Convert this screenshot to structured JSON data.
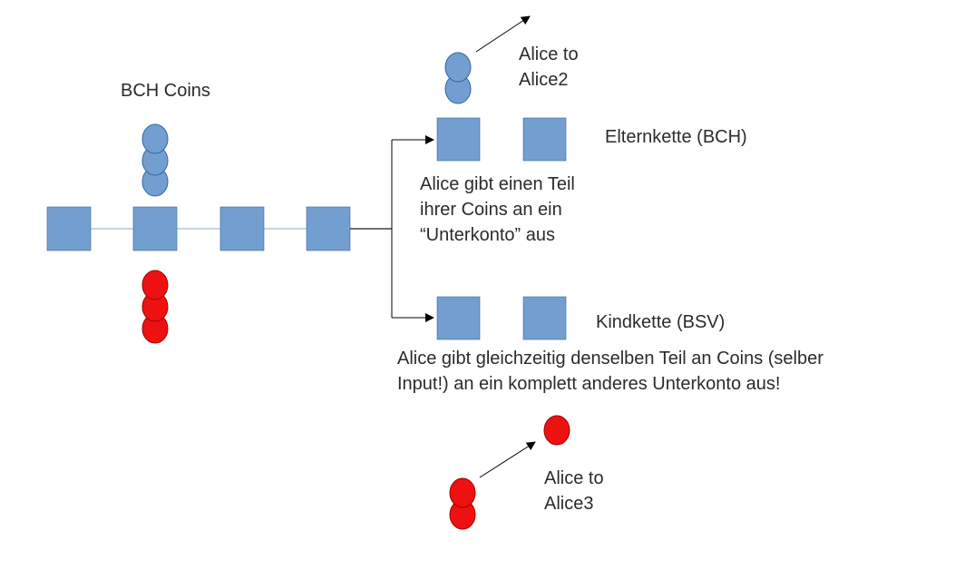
{
  "colors": {
    "block": "#729fcf",
    "block_stroke": "#3465a4",
    "blue_coin": "#729fcf",
    "blue_coin_stroke": "#3465a4",
    "red_coin": "#ee1111",
    "red_coin_stroke": "#a00000",
    "chain_line": "#b4c7dc",
    "arrow": "#000000",
    "text": "#2b2b2b"
  },
  "labels": {
    "bch_coins": "BCH Coins",
    "alice_to_alice2": "Alice to\nAlice2",
    "elternkette": "Elternkette (BCH)",
    "alice_split_desc": "Alice gibt einen Teil\nihrer Coins an ein\n“Unterkonto” aus",
    "kindkette": "Kindkette (BSV)",
    "alice_double_desc": "Alice gibt gleichzeitig denselben Teil an Coins (selber\nInput!) an ein komplett anderes Unterkonto aus!",
    "alice_to_alice3": "Alice to\nAlice3"
  }
}
